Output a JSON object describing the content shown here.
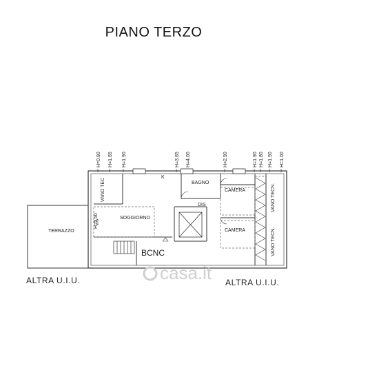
{
  "title": "PIANO TERZO",
  "heights": [
    "H=0.90",
    "H=1.65",
    "H=1.90",
    "H=3.65",
    "H=4.00",
    "H=2.90",
    "H=1.90",
    "H=1.80",
    "H=1.50",
    "H=1.00"
  ],
  "rooms": {
    "terrazzo": "TERRAZZO",
    "soggiorno": "SOGGIORNO",
    "bagno": "BAGNO",
    "dis": "DIS",
    "camera_1": "CAMERA",
    "camera_2": "CAMERA",
    "vano_tec_left": "VANO TEC",
    "vano_tecn_1": "VANO TECN.",
    "vano_tecn_2": "VANO TECN.",
    "k": "K",
    "h_soggiorno": "H=2.50"
  },
  "bcnc": "BCNC",
  "altra_left": "ALTRA U.I.U.",
  "altra_right": "ALTRA U.I.U.",
  "watermark": "casa.it",
  "colors": {
    "line": "#333333",
    "dash": "#666666",
    "watermark": "#cfcfcf"
  }
}
